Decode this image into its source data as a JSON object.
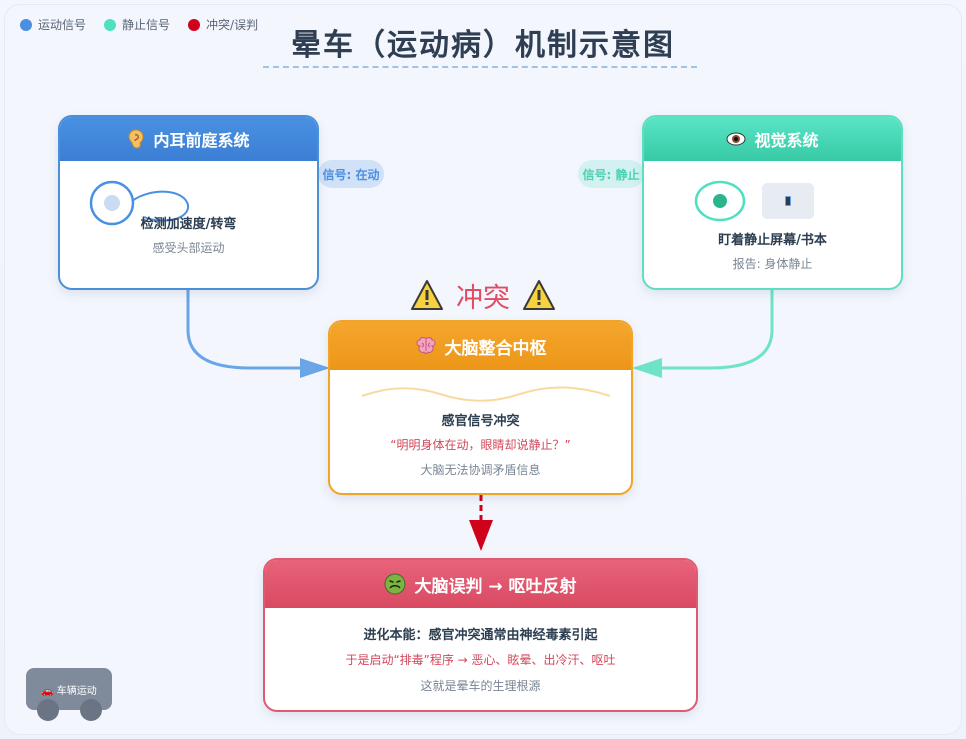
{
  "legend": [
    {
      "label": "运动信号",
      "color": "#4a90e2"
    },
    {
      "label": "静止信号",
      "color": "#4ee0c0"
    },
    {
      "label": "冲突/误判",
      "color": "#d0021b"
    }
  ],
  "title": "晕车（运动病）机制示意图",
  "ear_card": {
    "icon": "ear-icon",
    "title": "内耳前庭系统",
    "line1": "检测加速度/转弯",
    "line2": "感受头部运动"
  },
  "eye_card": {
    "icon": "eye-icon",
    "title": "视觉系统",
    "line1": "盯着静止屏幕/书本",
    "line2": "报告: 身体静止"
  },
  "signals": {
    "moving": "信号: 在动",
    "still": "信号: 静止"
  },
  "conflict_label": "冲突",
  "brain_card": {
    "icon": "brain-icon",
    "title": "大脑整合中枢",
    "line1": "感官信号冲突",
    "line2": "“明明身体在动，眼睛却说静止？”",
    "line3": "大脑无法协调矛盾信息"
  },
  "vomit_card": {
    "icon": "nauseated-face-icon",
    "title": "大脑误判 → 呕吐反射",
    "line1": "进化本能：感官冲突通常由神经毒素引起",
    "line2": "于是启动“排毒”程序 → 恶心、眩晕、出冷汗、呕吐",
    "line3": "这就是晕车的生理根源"
  },
  "car_label": "🚗 车辆运动",
  "colors": {
    "motion": "#4a90e2",
    "still": "#4ee0c0",
    "brain": "#f0a428",
    "conflict": "#d0021b",
    "vomit": "#e05a72"
  }
}
